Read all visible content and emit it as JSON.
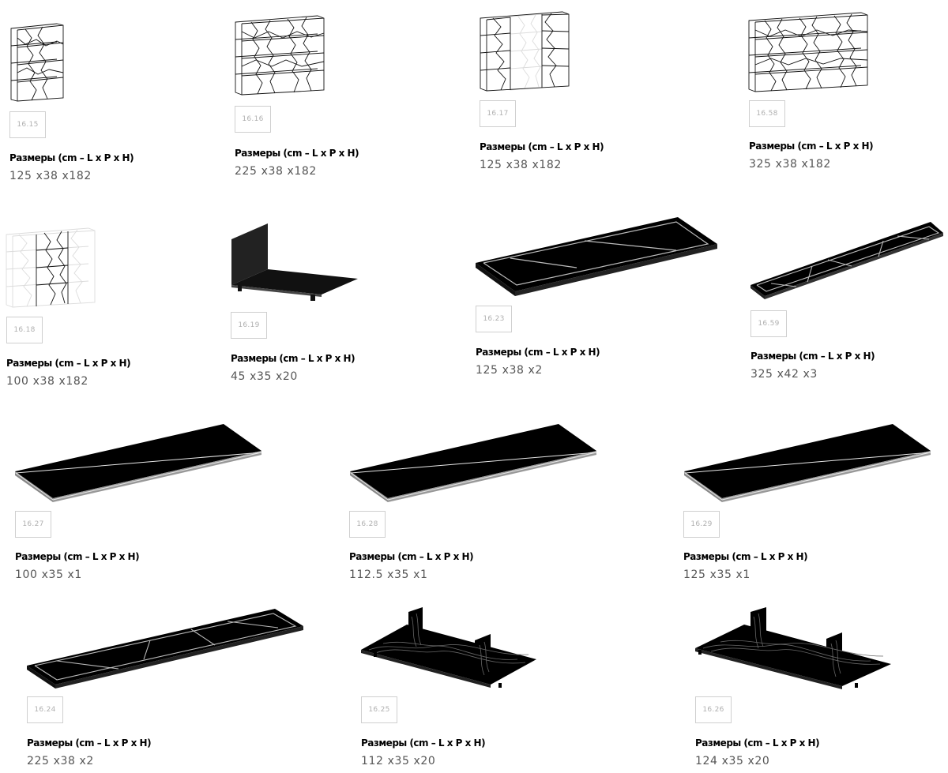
{
  "dims_label": "Размеры (cm – L x P x H)",
  "items": [
    {
      "code": "16.15",
      "dims": "125 x38 x182",
      "image": "bookcase-icon"
    },
    {
      "code": "16.16",
      "dims": "225 x38 x182",
      "image": "bookcase-icon"
    },
    {
      "code": "16.17",
      "dims": "125 x38 x182",
      "image": "bookcase-icon"
    },
    {
      "code": "16.58",
      "dims": "325 x38 x182",
      "image": "bookcase-icon"
    },
    {
      "code": "16.18",
      "dims": "100 x38 x182",
      "image": "bookcase-icon"
    },
    {
      "code": "16.19",
      "dims": "45 x35 x20",
      "image": "bookend-icon"
    },
    {
      "code": "16.23",
      "dims": "125 x38 x2",
      "image": "shelf-panel-icon"
    },
    {
      "code": "16.59",
      "dims": "325 x42 x3",
      "image": "shelf-panel-icon"
    },
    {
      "code": "16.27",
      "dims": "100 x35 x1",
      "image": "shelf-board-icon"
    },
    {
      "code": "16.28",
      "dims": "112.5 x35 x1",
      "image": "shelf-board-icon"
    },
    {
      "code": "16.29",
      "dims": "125 x35 x1",
      "image": "shelf-board-icon"
    },
    {
      "code": "16.24",
      "dims": "225 x38 x2",
      "image": "shelf-panel-icon"
    },
    {
      "code": "16.25",
      "dims": "112 x35 x20",
      "image": "bench-tray-icon"
    },
    {
      "code": "16.26",
      "dims": "124 x35 x20",
      "image": "bench-tray-icon"
    }
  ]
}
